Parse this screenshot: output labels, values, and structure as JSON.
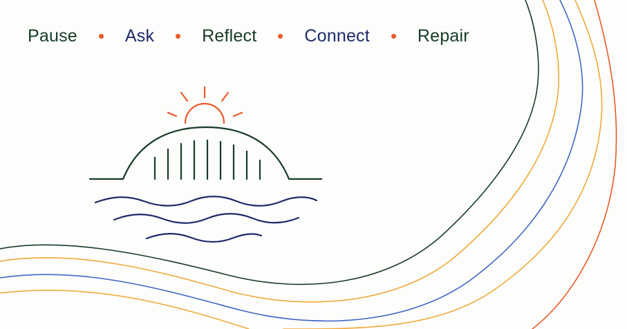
{
  "words": [
    "Pause",
    "Ask",
    "Reflect",
    "Connect",
    "Repair"
  ],
  "colors": {
    "background": "#fdfdfb",
    "dark_green": "#173a2a",
    "navy": "#1c2a6a",
    "orange": "#ea5a2a",
    "gold": "#efa93a",
    "blue": "#3f66c8"
  },
  "icons": [
    "sun-icon",
    "bridge-icon",
    "waves-icon"
  ]
}
